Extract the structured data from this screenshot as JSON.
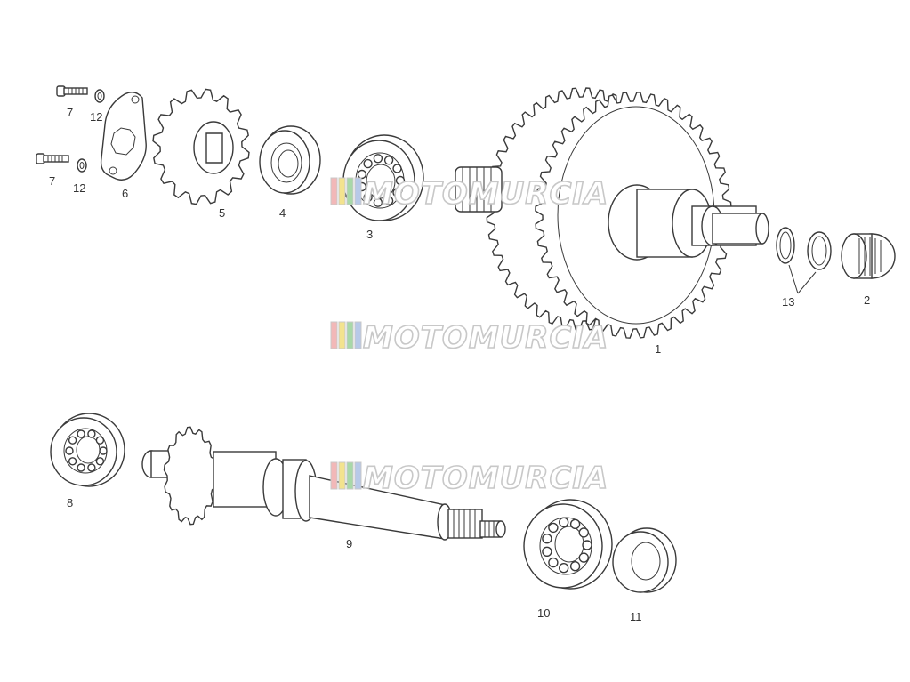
{
  "labels": {
    "l1": "1",
    "l2": "2",
    "l3": "3",
    "l4": "4",
    "l5": "5",
    "l6": "6",
    "l7a": "7",
    "l7b": "7",
    "l8": "8",
    "l9": "9",
    "l10": "10",
    "l11": "11",
    "l12a": "12",
    "l12b": "12",
    "l13": "13"
  },
  "watermark": {
    "text": "MOTOMURCIA",
    "colors": [
      "#f2b8b8",
      "#f3e38e",
      "#a8d8a8",
      "#b7c9e8"
    ]
  }
}
